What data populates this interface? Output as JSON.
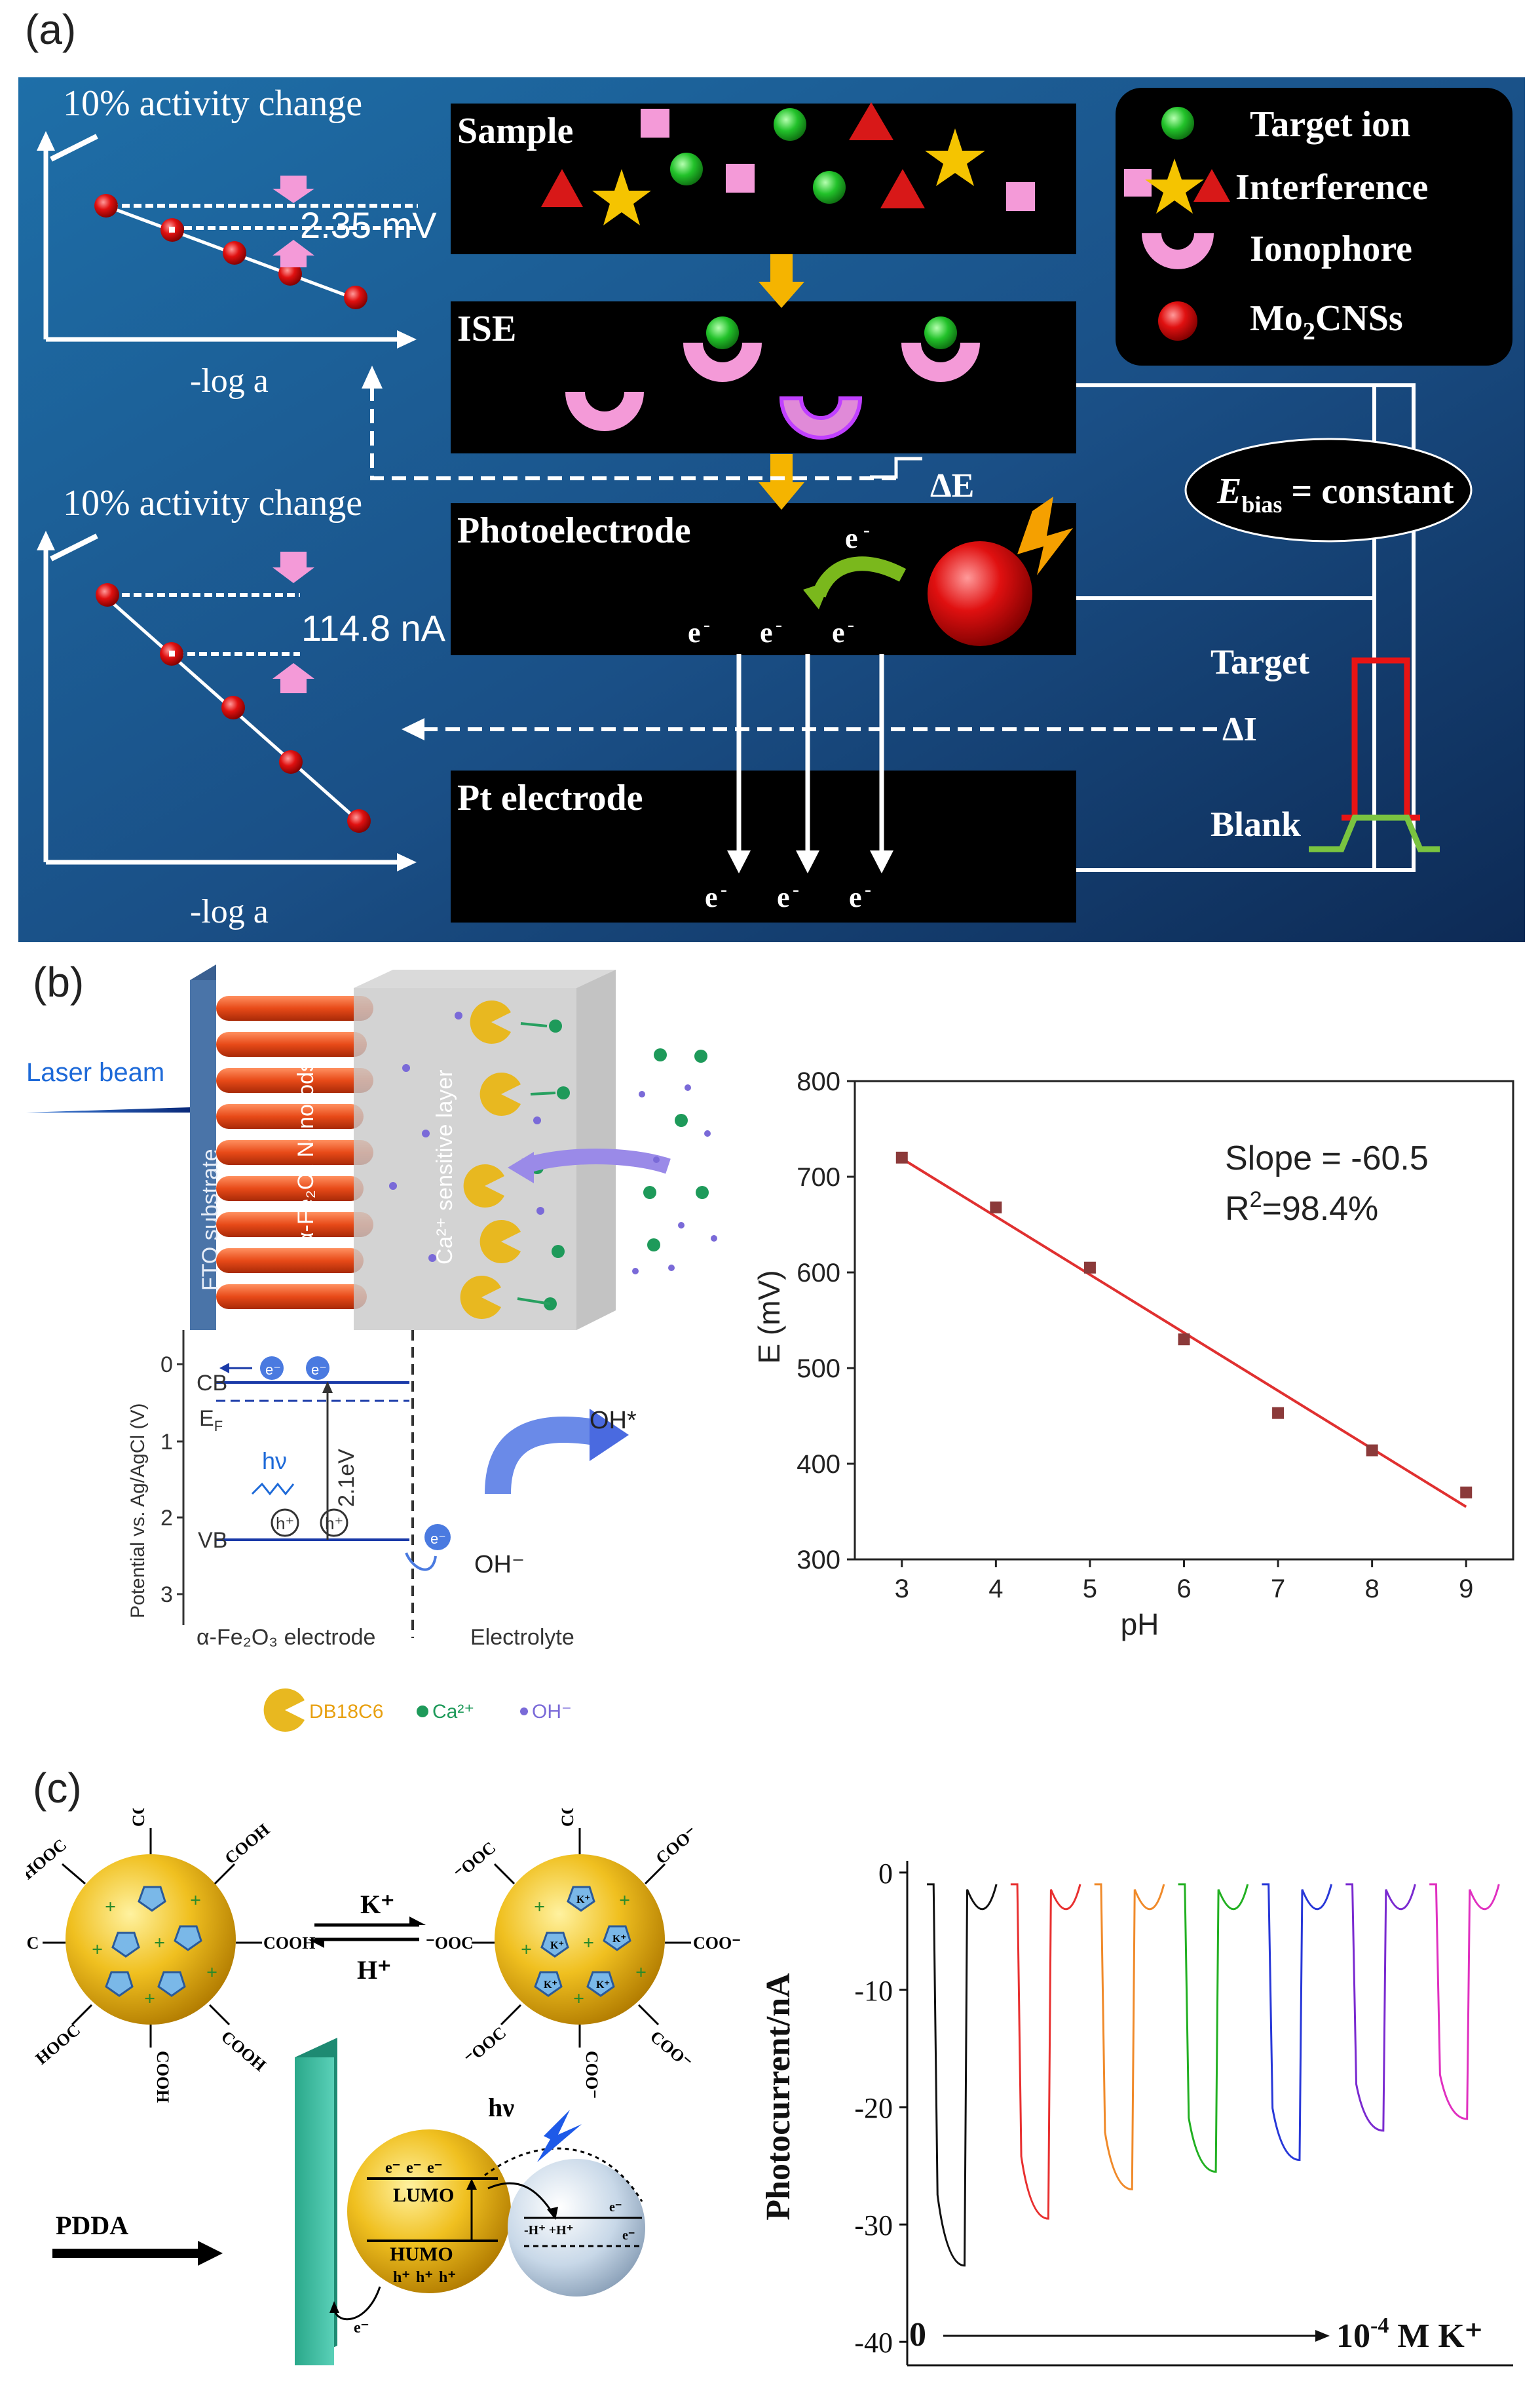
{
  "panel_labels": {
    "a": "(a)",
    "b": "(b)",
    "c": "(c)"
  },
  "panel_a": {
    "top_graph": {
      "activity_label": "10% activity change",
      "delta_value": "2.35 mV",
      "x_axis": "-log a"
    },
    "bottom_graph": {
      "activity_label": "10% activity change",
      "delta_value": "114.8 nA",
      "x_axis": "-log a"
    },
    "boxes": {
      "sample": "Sample",
      "ise": "ISE",
      "photoelectrode": "Photoelectrode",
      "pt_electrode": "Pt electrode"
    },
    "legend": {
      "target_ion": "Target ion",
      "interference": "Interference",
      "ionophore": "Ionophore",
      "mo2cnss_main": "Mo",
      "mo2cnss_sub": "2",
      "mo2cnss_rest": "CNSs"
    },
    "delta_e": "ΔE",
    "delta_i": "ΔI",
    "ebias": {
      "e": "E",
      "sub": "bias",
      "rest": " = constant"
    },
    "target": "Target",
    "blank": "Blank",
    "electron": "e",
    "minus": "-"
  },
  "panel_b": {
    "laser_beam": "Laser beam",
    "fto_substrate": "FTO substrate",
    "nanorods": "α-Fe₂O₃ Nanorods",
    "sensitive_layer": "Ca²⁺ sensitive layer",
    "band": {
      "y_axis": "Potential vs. Ag/AgCl (V)",
      "ticks": [
        "0",
        "1",
        "2",
        "3"
      ],
      "cb": "CB",
      "ef": "E",
      "ef_sub": "F",
      "vb": "VB",
      "hv": "hν",
      "gap": "2.1eV",
      "electrode_label": "α-Fe₂O₃ electrode",
      "electrolyte_label": "Electrolyte",
      "oh_star": "OH*",
      "oh_minus": "OH⁻",
      "h_plus": "h⁺",
      "e_minus": "e⁻"
    },
    "legend": {
      "db18c6": "DB18C6",
      "ca": "Ca²⁺",
      "oh": "OH⁻"
    }
  },
  "panel_c": {
    "k_plus": "K⁺",
    "h_plus": "H⁺",
    "cooh": "COOH",
    "hooc": "HOOC",
    "coo_minus": "COO⁻",
    "minus_ooc": "⁻OOC",
    "pdda": "PDDA",
    "hv": "hν",
    "lumo": "LUMO",
    "humo": "HUMO",
    "e_minus": "e⁻",
    "h_plus_small": "h⁺",
    "zero": "0",
    "end_label": {
      "base": "10",
      "exp": "-4",
      "rest": " M K⁺"
    }
  },
  "chart_data": [
    {
      "type": "scatter",
      "xlabel": "pH",
      "ylabel": "E (mV)",
      "xlim": [
        2.5,
        9.5
      ],
      "ylim": [
        300,
        800
      ],
      "x_ticks": [
        3,
        4,
        5,
        6,
        7,
        8,
        9
      ],
      "y_ticks": [
        300,
        400,
        500,
        600,
        700,
        800
      ],
      "series": [
        {
          "x": [
            3,
            4,
            5,
            6,
            7,
            8,
            9
          ],
          "y": [
            720,
            668,
            605,
            530,
            453,
            414,
            370
          ]
        }
      ],
      "fit_line": {
        "x": [
          3,
          9
        ],
        "y": [
          719,
          355
        ]
      },
      "annotations": {
        "slope": "Slope = -60.5",
        "r2_base": "R",
        "r2_exp": "2",
        "r2_rest": "=98.4%"
      },
      "colors": {
        "points": "#8b3a3a",
        "fit": "#e03030"
      }
    },
    {
      "type": "line",
      "ylabel": "Photocurrent/nA",
      "ylim": [
        -42,
        1
      ],
      "y_ticks": [
        0,
        -10,
        -20,
        -30,
        -40
      ],
      "series": [
        {
          "color": "#111111",
          "baseline": -1,
          "min": -33.5
        },
        {
          "color": "#e83030",
          "baseline": -1,
          "min": -29.5
        },
        {
          "color": "#f08a2a",
          "baseline": -1,
          "min": -27
        },
        {
          "color": "#22b022",
          "baseline": -1,
          "min": -25.5
        },
        {
          "color": "#2838d8",
          "baseline": -1,
          "min": -24.5
        },
        {
          "color": "#7a2ad0",
          "baseline": -1,
          "min": -22
        },
        {
          "color": "#e030c0",
          "baseline": -1,
          "min": -21
        }
      ]
    }
  ]
}
